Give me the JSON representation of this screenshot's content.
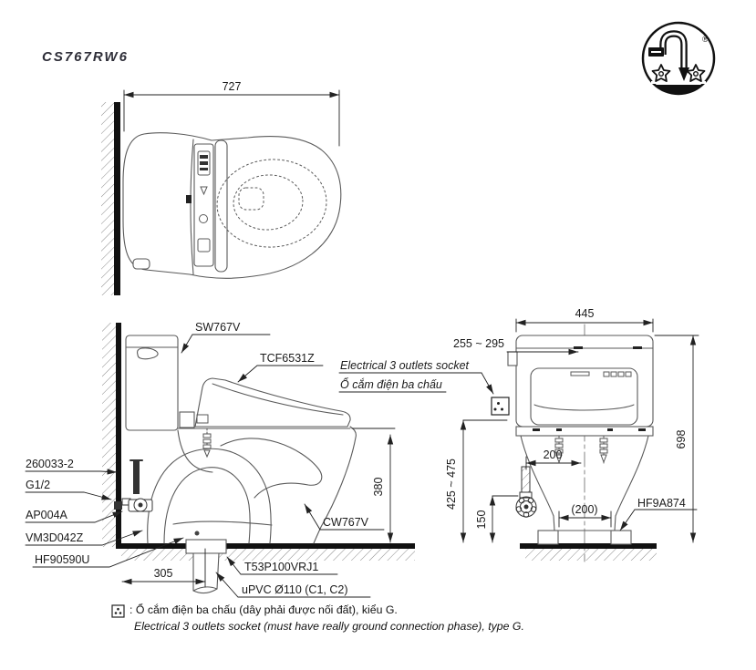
{
  "title": {
    "model": "CS767RW6"
  },
  "logo": {
    "registered_mark": "®"
  },
  "top_view": {
    "width": "727"
  },
  "side_view": {
    "labels": {
      "tank": "SW767V",
      "washlet": "TCF6531Z",
      "socket_en": "Electrical 3 outlets socket",
      "socket_vi": "Ổ cắm điện ba chấu",
      "bowl": "CW767V",
      "supply_pipe": "260033-2",
      "thread": "G1/2",
      "stop_valve": "AP004A",
      "gasket": "VM3D042Z",
      "bolt_cap": "HF90590U",
      "drain_socket": "T53P100VRJ1",
      "drain_pipe": "uPVC Ø110 (C1, C2)"
    },
    "dims": {
      "seat_height": "380",
      "rough_in": "305"
    }
  },
  "front_view": {
    "labels": {
      "bolt_cap": "HF9A874"
    },
    "dims": {
      "tank_width": "445",
      "socket_offset": "255 ~ 295",
      "total_height": "698",
      "supply_height": "425 ~ 475",
      "valve_height": "150",
      "bolt_pitch": "200",
      "foot_pitch": "(200)"
    }
  },
  "footnote": {
    "vi": ": Ổ cắm điện ba chấu (dây phải được nối đất), kiểu G.",
    "en": "Electrical 3 outlets socket (must have really ground connection phase), type G."
  }
}
